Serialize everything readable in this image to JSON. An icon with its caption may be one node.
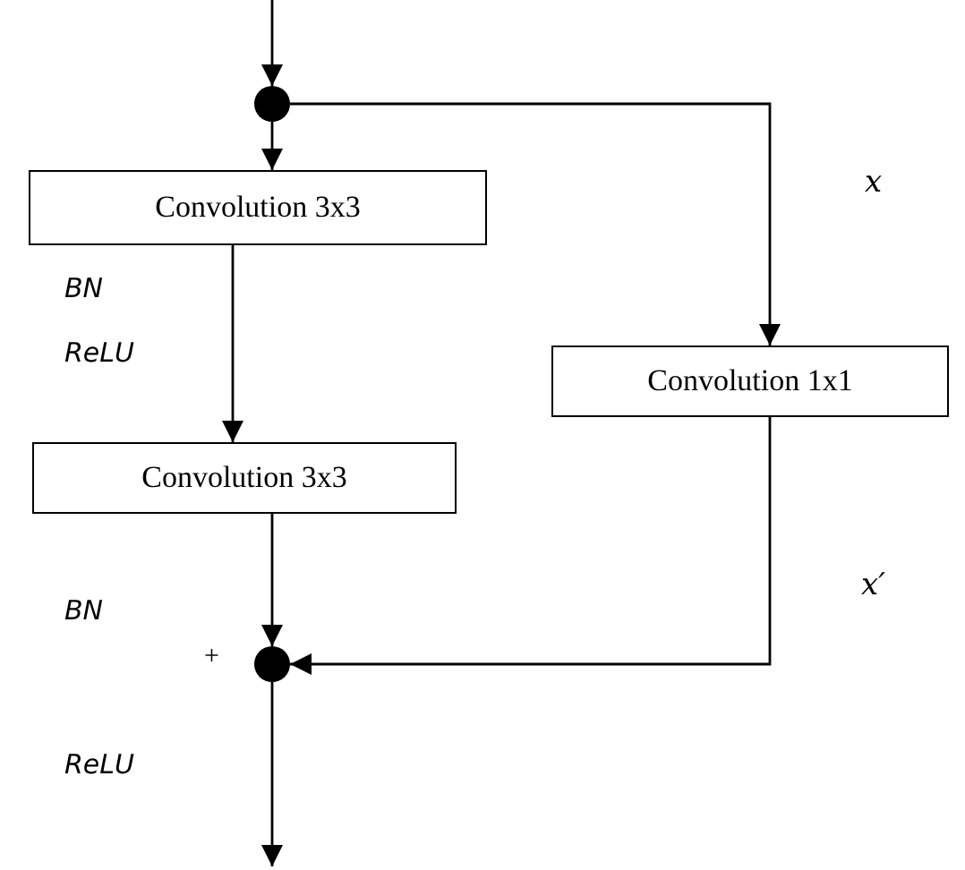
{
  "diagram": {
    "nodes": [
      {
        "text": [],
        "shape": "circle"
      },
      {
        "text": [
          "Convolution 3x3"
        ]
      },
      {
        "text": [
          "Convolution 3x3"
        ]
      },
      {
        "text": [
          "Convolution 1x1"
        ]
      },
      {
        "text": [],
        "shape": "circle",
        "beside": [
          "+"
        ]
      }
    ],
    "edges": [
      {
        "from": null,
        "to": 0,
        "arrow": "to"
      },
      {
        "from": 0,
        "to": 1,
        "arrow": "to"
      },
      {
        "from": 0,
        "to": 3,
        "arrow": "to"
      },
      {
        "from": 1,
        "to": 2,
        "arrow": "to"
      },
      {
        "from": 2,
        "to": 4,
        "arrow": "to"
      },
      {
        "from": 3,
        "to": 4,
        "arrow": "to"
      },
      {
        "from": 4,
        "to": null,
        "arrow": "to"
      }
    ],
    "labels": [
      "x",
      "BN",
      "ReLU",
      "x′",
      "BN",
      "ReLU"
    ]
  }
}
